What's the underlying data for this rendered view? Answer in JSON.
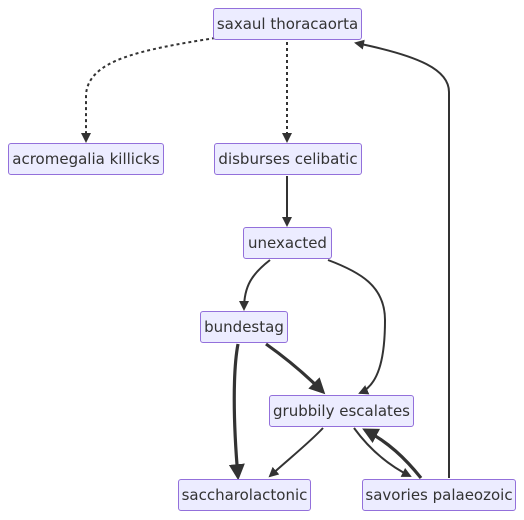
{
  "nodes": {
    "saxaul": "saxaul thoracaorta",
    "acromegalia": "acromegalia killicks",
    "disburses": "disburses celibatic",
    "unexacted": "unexacted",
    "bundestag": "bundestag",
    "grubbily": "grubbily escalates",
    "saccharolactonic": "saccharolactonic",
    "savories": "savories palaeozoic"
  },
  "edges": [
    {
      "from": "saxaul",
      "to": "acromegalia",
      "style": "dotted"
    },
    {
      "from": "saxaul",
      "to": "disburses",
      "style": "dotted"
    },
    {
      "from": "disburses",
      "to": "unexacted",
      "style": "normal"
    },
    {
      "from": "unexacted",
      "to": "bundestag",
      "style": "normal"
    },
    {
      "from": "unexacted",
      "to": "grubbily",
      "style": "normal"
    },
    {
      "from": "bundestag",
      "to": "grubbily",
      "style": "thick"
    },
    {
      "from": "bundestag",
      "to": "saccharolactonic",
      "style": "thick"
    },
    {
      "from": "grubbily",
      "to": "saccharolactonic",
      "style": "normal"
    },
    {
      "from": "grubbily",
      "to": "savories",
      "style": "normal"
    },
    {
      "from": "savories",
      "to": "grubbily",
      "style": "thick"
    },
    {
      "from": "savories",
      "to": "saxaul",
      "style": "normal"
    }
  ],
  "colors": {
    "node_fill": "#ececff",
    "node_border": "#9370db",
    "edge": "#333333",
    "text": "#333333"
  }
}
